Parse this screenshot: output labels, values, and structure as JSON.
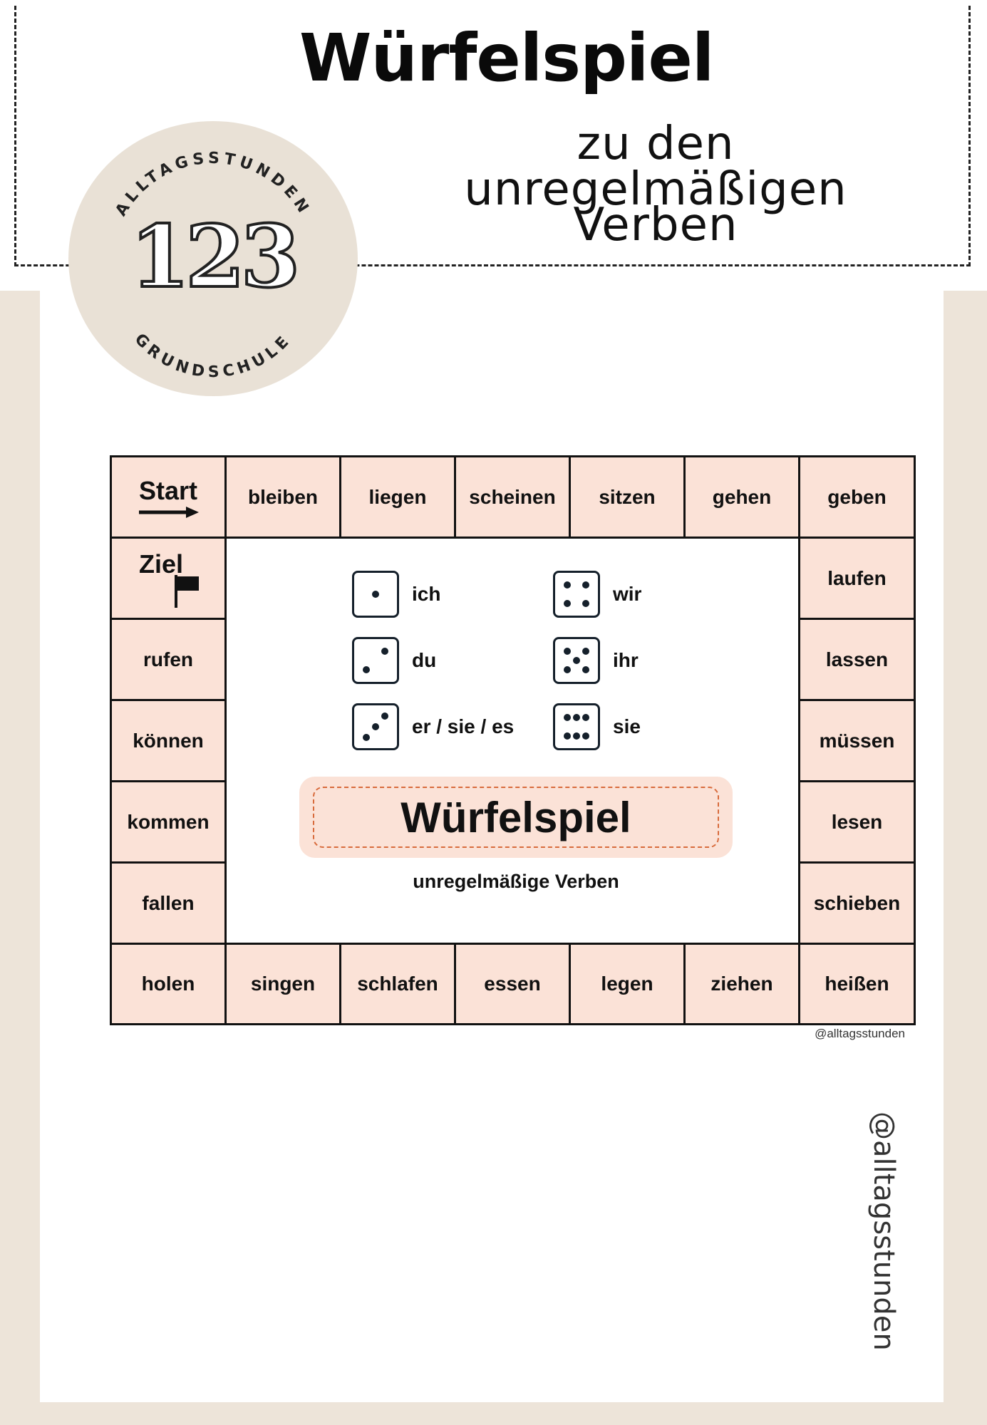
{
  "header": {
    "title": "Würfelspiel",
    "subtitle_line1": "zu den unregelmäßigen",
    "subtitle_line2": "Verben"
  },
  "logo": {
    "top_text": "ALLTAGSSTUNDEN",
    "bottom_text": "GRUNDSCHULE",
    "number": "123"
  },
  "board": {
    "start_label": "Start",
    "ziel_label": "Ziel",
    "top_row": [
      "bleiben",
      "liegen",
      "scheinen",
      "sitzen",
      "gehen",
      "geben"
    ],
    "right_col": [
      "laufen",
      "lassen",
      "müssen",
      "lesen",
      "schieben"
    ],
    "bottom_row": [
      "holen",
      "singen",
      "schlafen",
      "essen",
      "legen",
      "ziehen",
      "heißen"
    ],
    "left_col": [
      "rufen",
      "können",
      "kommen",
      "fallen"
    ]
  },
  "legend": [
    {
      "value": 1,
      "label": "ich"
    },
    {
      "value": 2,
      "label": "du"
    },
    {
      "value": 3,
      "label": "er / sie / es"
    },
    {
      "value": 4,
      "label": "wir"
    },
    {
      "value": 5,
      "label": "ihr"
    },
    {
      "value": 6,
      "label": "sie"
    }
  ],
  "banner": {
    "title": "Würfelspiel",
    "subtitle": "unregelmäßige Verben"
  },
  "credit": "@alltagsstunden",
  "side_handle": "@alltagsstunden",
  "colors": {
    "page_bg": "#ede4d9",
    "cell_fill": "#fbe2d7",
    "banner_border": "#d86b3c",
    "die_color": "#15202b"
  }
}
